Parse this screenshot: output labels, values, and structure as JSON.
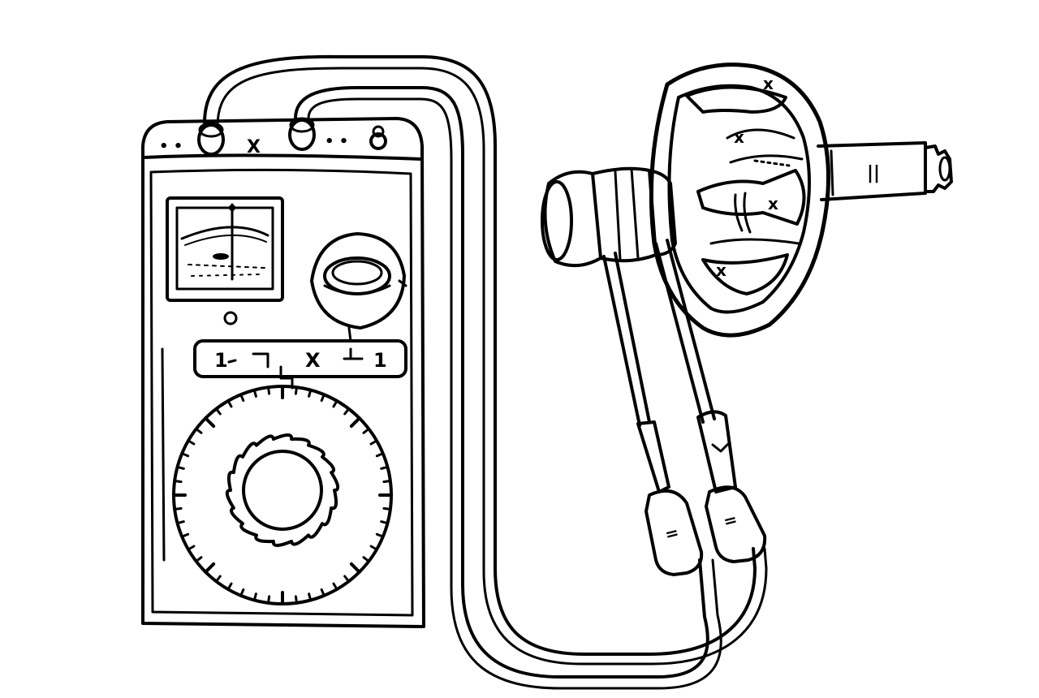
{
  "diagram": {
    "kind": "technical-illustration",
    "subject": "meter-testing-alternator-rotor",
    "meter": {
      "terminal_marks": [
        "• •",
        "X",
        "• •"
      ],
      "range_plate": [
        "1",
        "X",
        "1"
      ]
    },
    "rotor": {
      "pole_marks": [
        "х",
        "х",
        "х",
        "х"
      ],
      "shaft_mark": "||"
    },
    "probe_marks": [
      "=",
      "="
    ]
  }
}
